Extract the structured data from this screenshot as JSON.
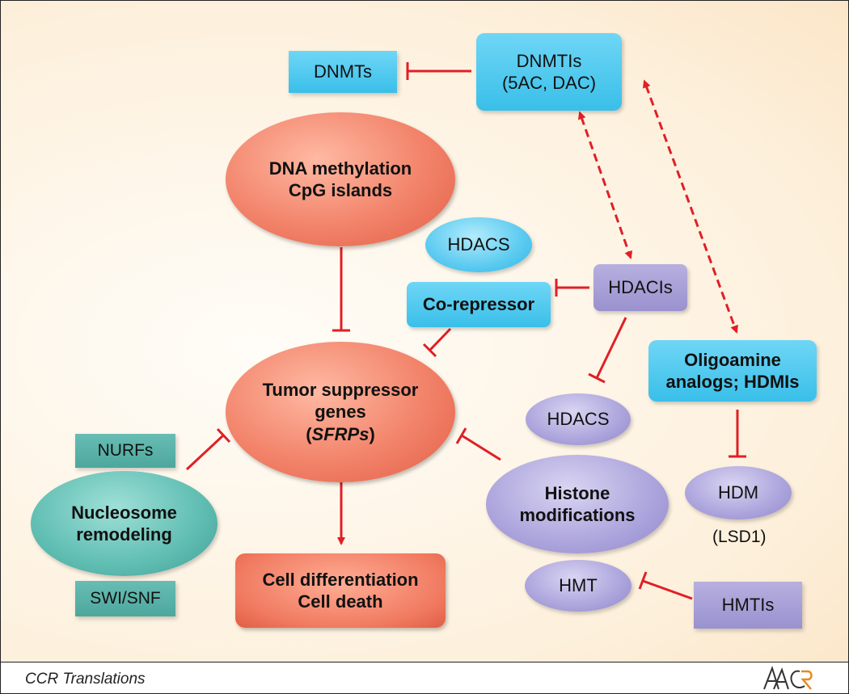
{
  "nodes": {
    "dnmts": "DNMTs",
    "dnmtis_line1": "DNMTIs",
    "dnmtis_line2": "(5AC, DAC)",
    "dna_meth_line1": "DNA methylation",
    "dna_meth_line2": "CpG islands",
    "hdacs_blue": "HDACS",
    "hdacis": "HDACIs",
    "corepressor": "Co-repressor",
    "tumor_line1": "Tumor suppressor",
    "tumor_line2": "genes",
    "tumor_line3": "SFRPs",
    "tumor_paren_open": "(",
    "tumor_paren_close": ")",
    "oligo_line1": "Oligoamine",
    "oligo_line2": "analogs; HDMIs",
    "hdacs_purple": "HDACS",
    "nurfs": "NURFs",
    "nucleosome_line1": "Nucleosome",
    "nucleosome_line2": "remodeling",
    "histone_line1": "Histone",
    "histone_line2": "modifications",
    "hdm": "HDM",
    "lsd1": "(LSD1)",
    "swi_snf": "SWI/SNF",
    "cell_line1": "Cell differentiation",
    "cell_line2": "Cell death",
    "hmt": "HMT",
    "hmtis": "HMTIs"
  },
  "footer": {
    "title": "CCR Translations",
    "logo_text": "AACR"
  },
  "colors": {
    "arrow": "#e01f26",
    "salmon": "#f07a60",
    "blue": "#39bfe9",
    "purple": "#a59dd7",
    "teal": "#5cb1a7"
  }
}
